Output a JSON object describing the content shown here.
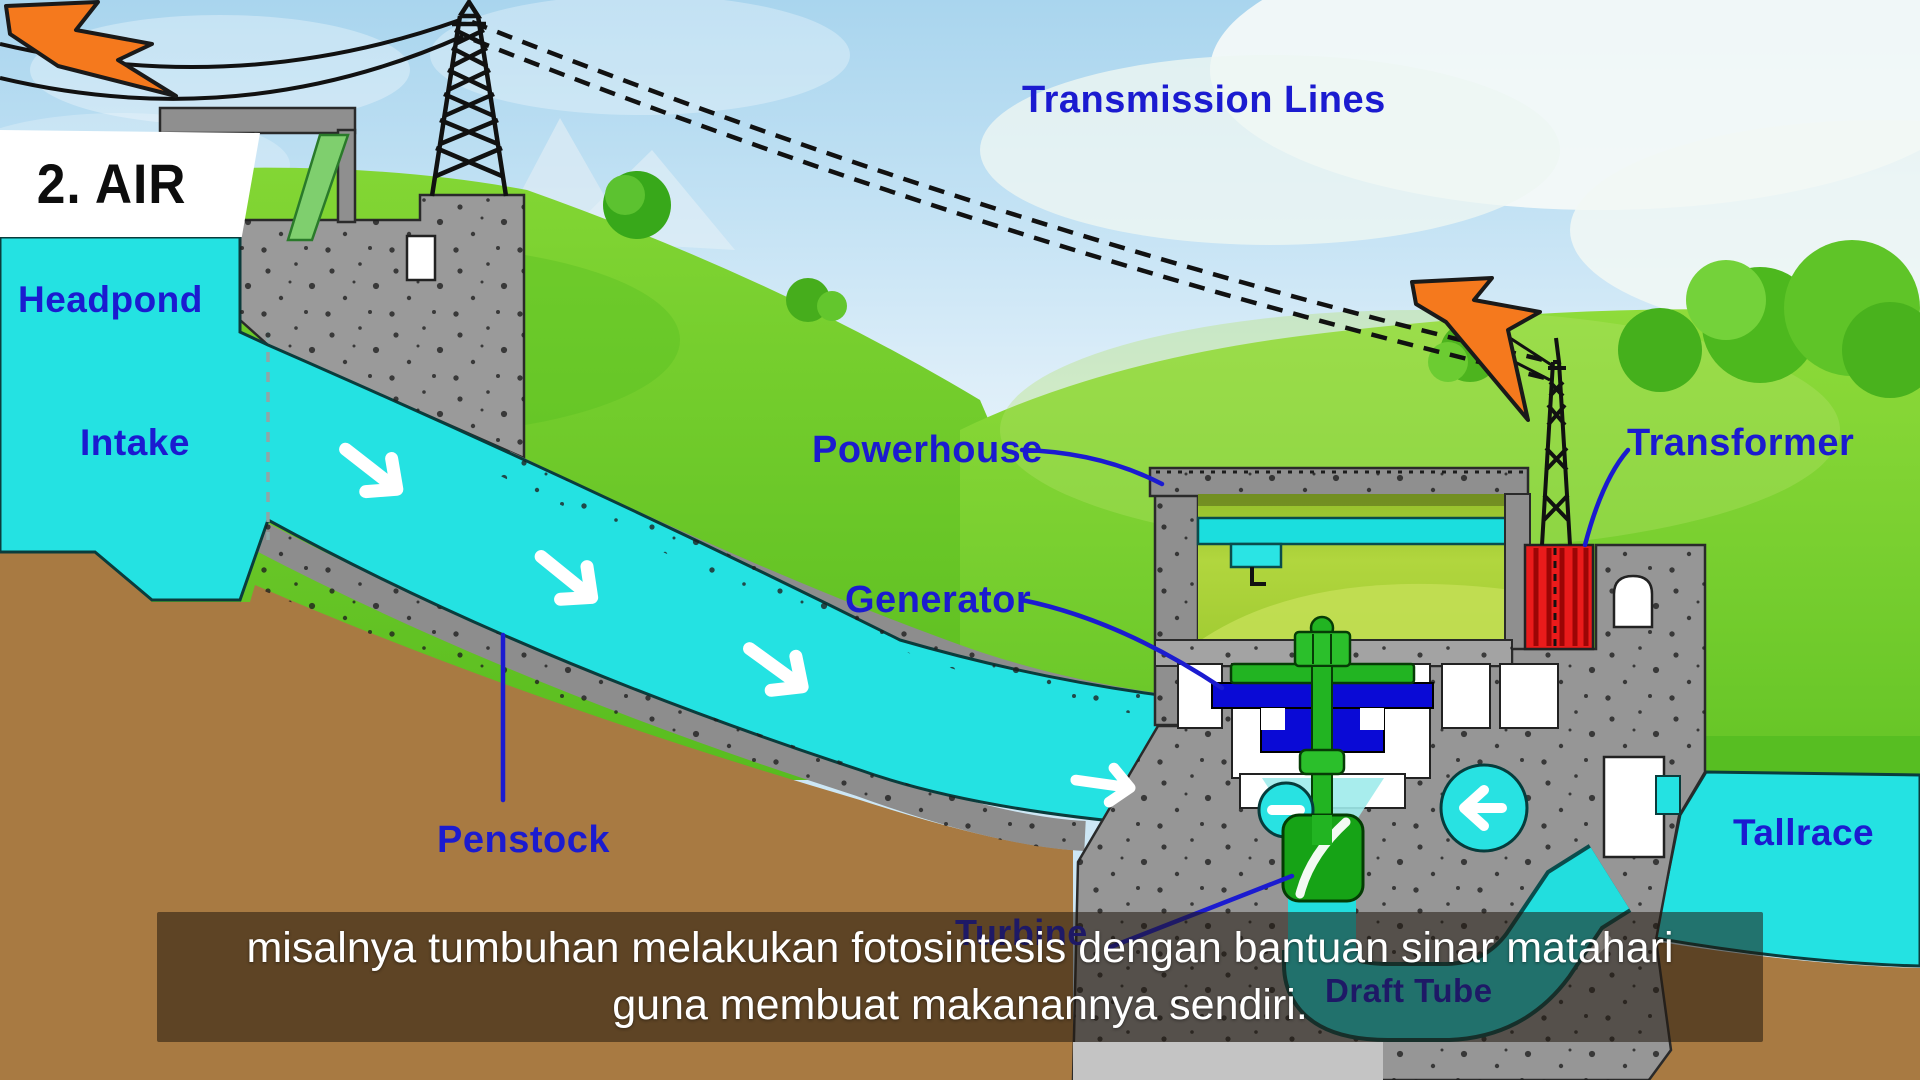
{
  "title_box": {
    "text": "2. AIR"
  },
  "diagram_labels": {
    "headpond": "Headpond",
    "intake": "Intake",
    "transmission_lines": "Transmission Lines",
    "powerhouse": "Powerhouse",
    "generator": "Generator",
    "transformer": "Transformer",
    "penstock": "Penstock",
    "turbine": "Turbine",
    "draft_tube": "Draft Tube",
    "tailrace": "Tallrace"
  },
  "subtitle": {
    "line1": "misalnya tumbuhan melakukan fotosintesis dengan bantuan sinar matahari",
    "line2": "guna membuat makanannya sendiri."
  },
  "colors": {
    "label_blue": "#1b1bd0",
    "water_cyan": "#24e2e2",
    "grass_green": "#6ecb2a",
    "earth_brown": "#a87a42",
    "concrete_grey": "#9a9a9a",
    "machine_green": "#22b422",
    "machine_blue": "#0a0ad6",
    "transformer_red": "#e81414",
    "lightning_orange": "#f5791d",
    "subtitle_text": "#ffffff"
  }
}
